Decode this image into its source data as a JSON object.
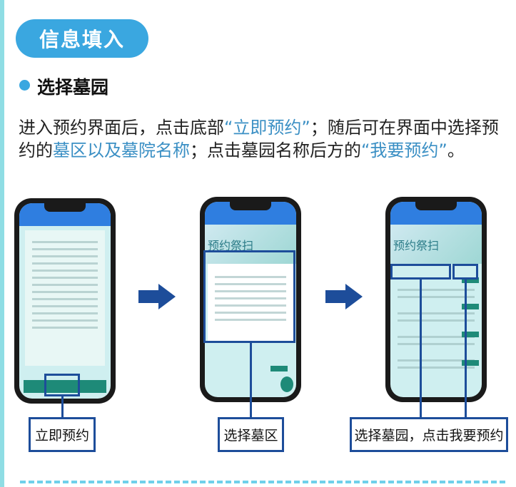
{
  "section_badge": "信息填入",
  "heading": "选择墓园",
  "paragraph": {
    "p1": "进入预约界面后，点击底部",
    "h1": "“立即预约”",
    "p2": "；随后可在界面中选择预约的",
    "h2": "墓区以及墓院名称",
    "p3": "；点击墓园名称后方的",
    "h3": "“我要预约”",
    "p4": "。"
  },
  "phones": [
    {
      "banner": ""
    },
    {
      "banner": "预约祭扫"
    },
    {
      "banner": "预约祭扫"
    }
  ],
  "labels": [
    "立即预约",
    "选择墓区",
    "选择墓园，点击我要预约"
  ],
  "colors": {
    "accent": "#3aa7e0",
    "highlight_box": "#1d4d9a",
    "arrow": "#1d4d9a"
  }
}
